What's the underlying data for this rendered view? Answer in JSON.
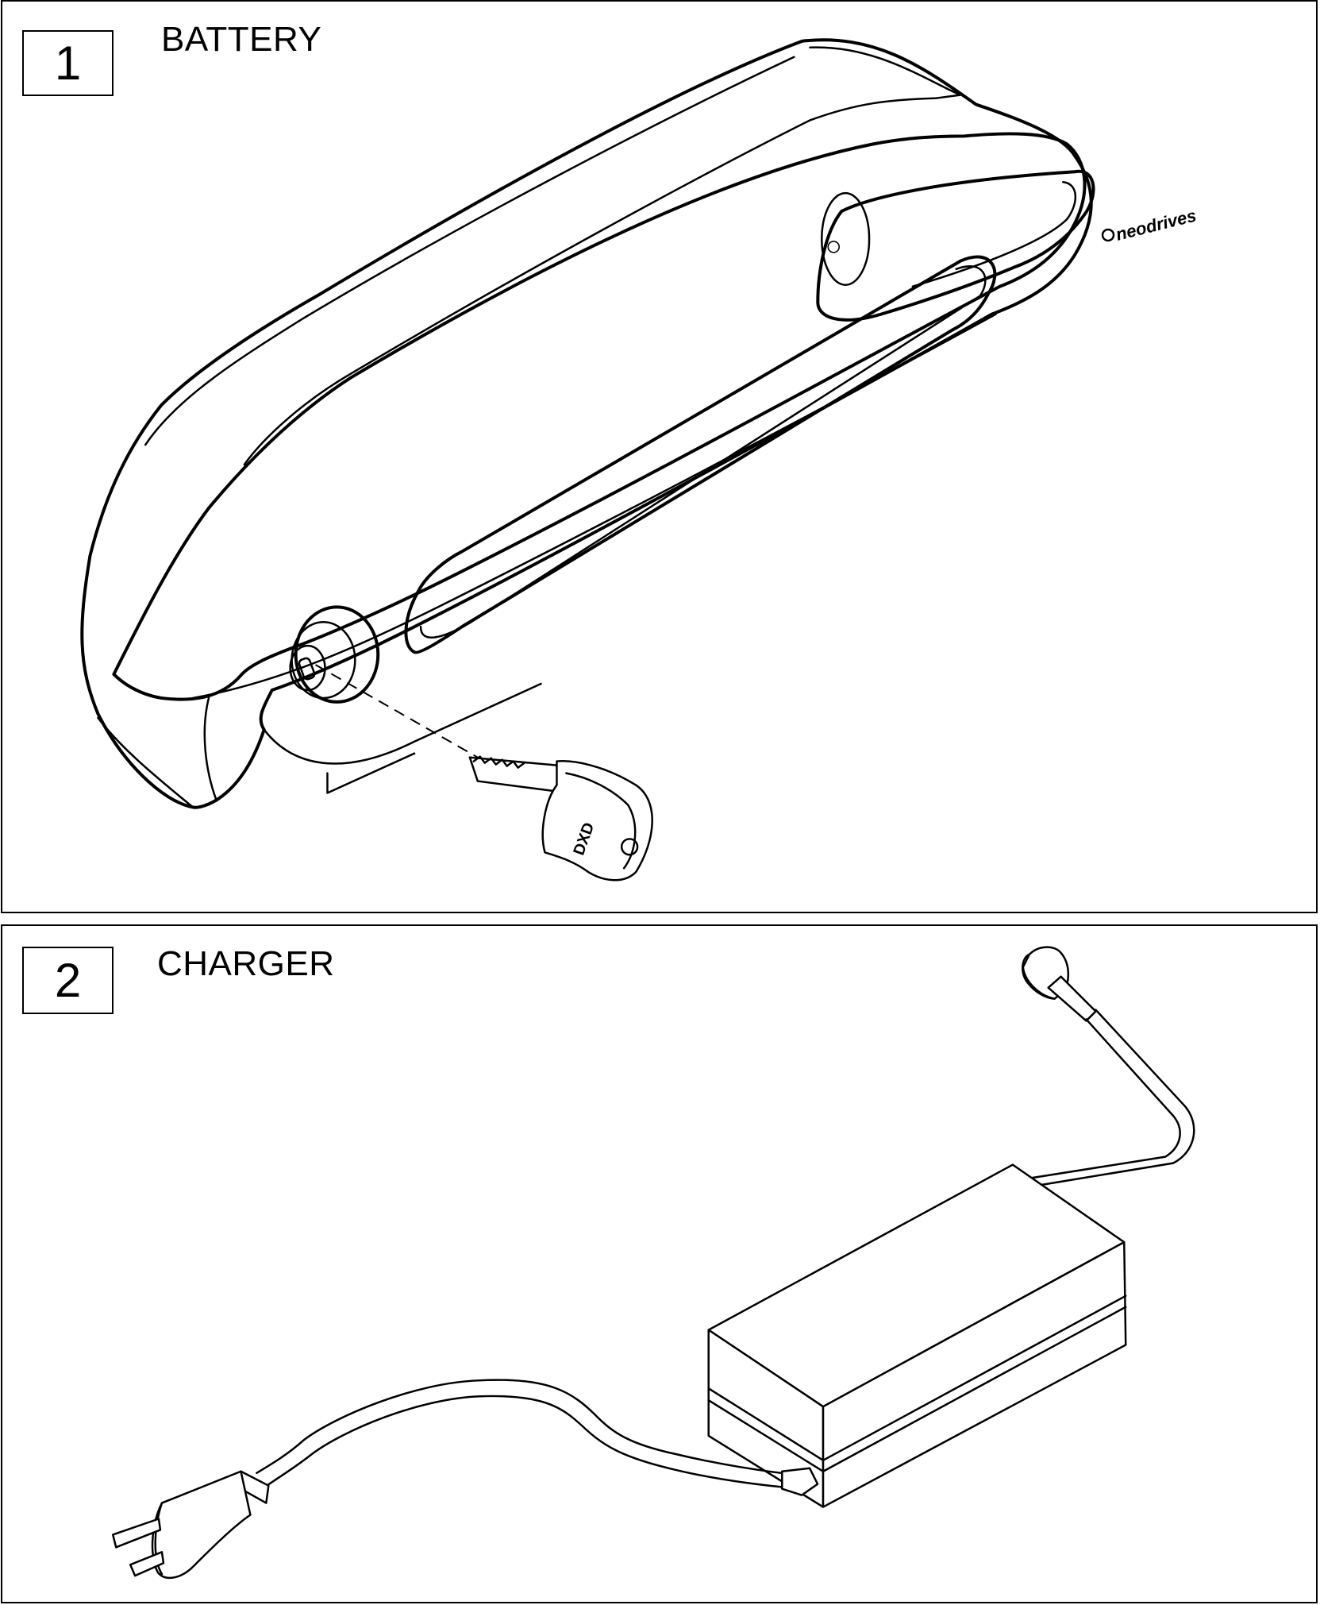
{
  "panels": [
    {
      "number": "1",
      "label": "BATTERY",
      "brand_text": "neodrives",
      "key_text": "DXD"
    },
    {
      "number": "2",
      "label": "CHARGER"
    }
  ],
  "colors": {
    "line": "#000000",
    "background": "#ffffff"
  }
}
